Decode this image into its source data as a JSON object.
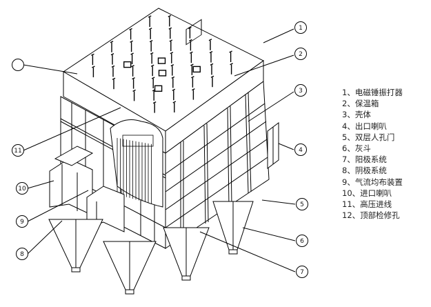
{
  "callouts": [
    "1",
    "2",
    "3",
    "4",
    "5",
    "6",
    "7",
    "8",
    "9",
    "10",
    "11"
  ],
  "legend": {
    "items": [
      "1、电磁锤振打器",
      "2、保温箱",
      "3、壳体",
      "4、出口喇叭",
      "5、双层人孔门",
      "6、灰斗",
      "7、阳极系统",
      "8、阴极系统",
      "9、气流均布装置",
      "10、进口喇叭",
      "11、高压进线",
      "12、顶部检修孔"
    ]
  }
}
